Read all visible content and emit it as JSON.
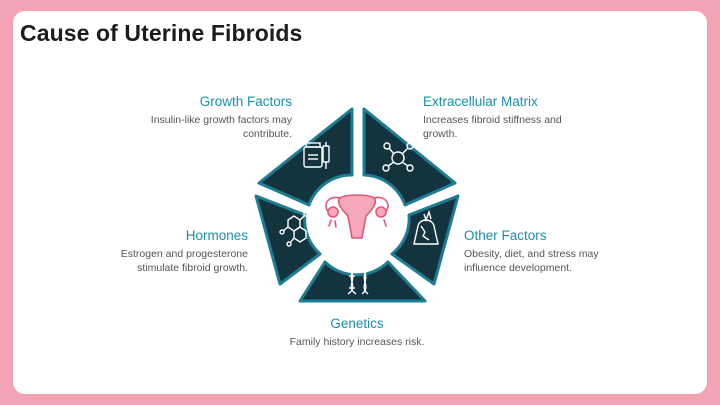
{
  "title": "Cause of Uterine Fibroids",
  "colors": {
    "background": "#f4a3b4",
    "segment_fill": "#13333f",
    "segment_stroke": "#1e7c93",
    "heading": "#1a8fab",
    "uterus": "#f08aa0"
  },
  "factors": [
    {
      "name": "Growth Factors",
      "description": "Insulin-like growth factors may contribute.",
      "icon": "medicine-bottle-syringe-icon"
    },
    {
      "name": "Extracellular Matrix",
      "description": "Increases fibroid stiffness and growth.",
      "icon": "molecule-network-icon"
    },
    {
      "name": "Other Factors",
      "description": "Obesity, diet, and stress may influence development.",
      "icon": "stress-head-icon"
    },
    {
      "name": "Genetics",
      "description": "Family history increases risk.",
      "icon": "dna-icon"
    },
    {
      "name": "Hormones",
      "description": "Estrogen and progesterone stimulate fibroid growth.",
      "icon": "hormone-molecule-icon"
    }
  ],
  "center_icon": "uterus-icon"
}
